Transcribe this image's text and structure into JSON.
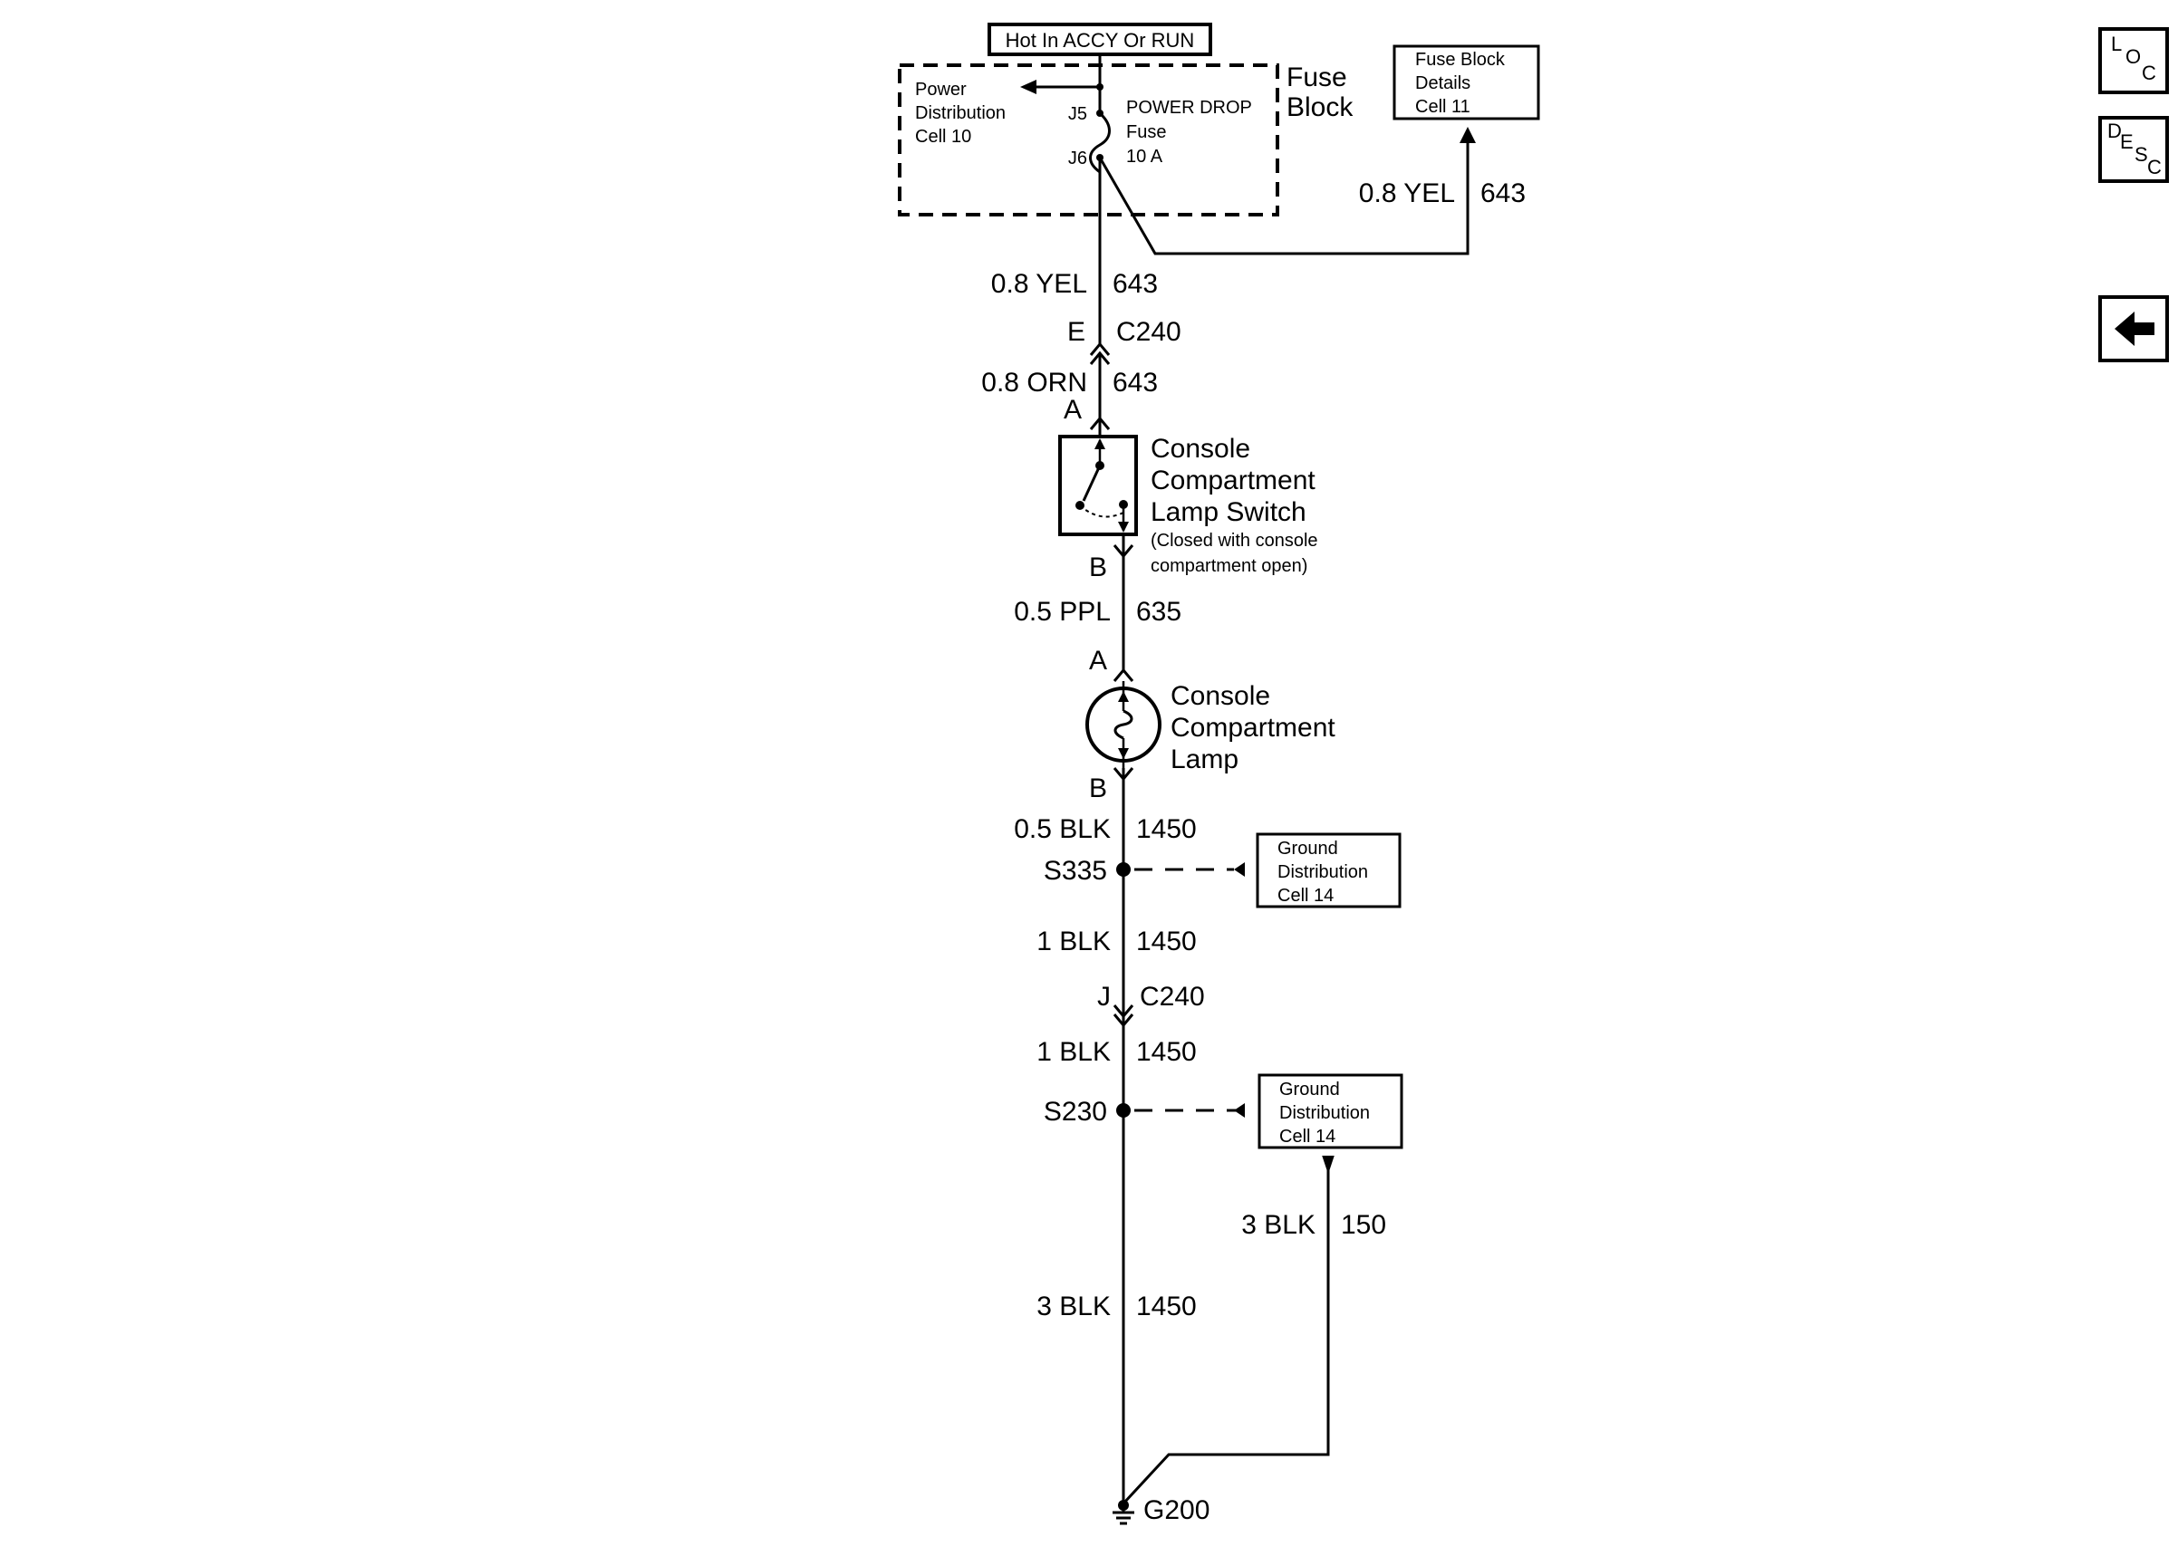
{
  "hot_label": "Hot In ACCY Or RUN",
  "fuse_block": {
    "label_line1": "Fuse",
    "label_line2": "Block",
    "power_dist": [
      "Power",
      "Distribution",
      "Cell 10"
    ],
    "j5": "J5",
    "j6": "J6",
    "fuse_name": [
      "POWER DROP",
      "Fuse",
      "10 A"
    ]
  },
  "fuse_details": [
    "Fuse Block",
    "Details",
    "Cell 11"
  ],
  "wires": {
    "w1": {
      "gauge_color": "0.8 YEL",
      "circuit": "643"
    },
    "w_side": {
      "gauge_color": "0.8 YEL",
      "circuit": "643"
    },
    "w2": {
      "gauge_color": "0.8 ORN",
      "circuit": "643"
    },
    "w3": {
      "gauge_color": "0.5 PPL",
      "circuit": "635"
    },
    "w4": {
      "gauge_color": "0.5 BLK",
      "circuit": "1450"
    },
    "w5": {
      "gauge_color": "1 BLK",
      "circuit": "1450"
    },
    "w6": {
      "gauge_color": "1 BLK",
      "circuit": "1450"
    },
    "w7": {
      "gauge_color": "3 BLK",
      "circuit": "1450"
    },
    "w8": {
      "gauge_color": "3 BLK",
      "circuit": "150"
    }
  },
  "connectors": {
    "c240_top": {
      "pin": "E",
      "name": "C240"
    },
    "c240_bottom": {
      "pin": "J",
      "name": "C240"
    }
  },
  "switch": {
    "pin_top": "A",
    "pin_bottom": "B",
    "name": [
      "Console",
      "Compartment",
      "Lamp Switch"
    ],
    "note": [
      "(Closed with console",
      "compartment open)"
    ]
  },
  "lamp": {
    "pin_top": "A",
    "pin_bottom": "B",
    "name": [
      "Console",
      "Compartment",
      "Lamp"
    ]
  },
  "splices": {
    "s335": "S335",
    "s230": "S230"
  },
  "ground_dist_1": [
    "Ground",
    "Distribution",
    "Cell 14"
  ],
  "ground_dist_2": [
    "Ground",
    "Distribution",
    "Cell 14"
  ],
  "ground": "G200",
  "nav": {
    "loc": [
      "L",
      "O",
      "C"
    ],
    "desc": [
      "D",
      "E",
      "S",
      "C"
    ],
    "back_icon": "left-arrow-icon"
  }
}
